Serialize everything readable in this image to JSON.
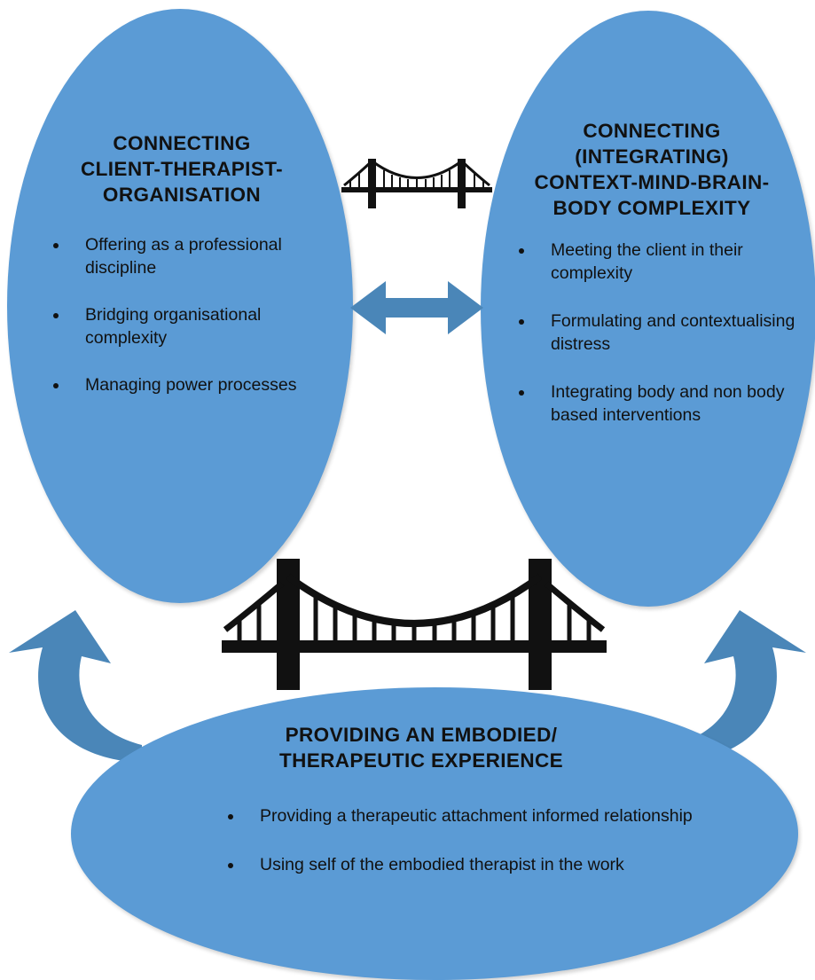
{
  "colors": {
    "oval_fill": "#5b9bd5",
    "arrow_fill": "#4a86b8",
    "text": "#111111",
    "bridge": "#111111"
  },
  "left": {
    "title_lines": [
      "CONNECTING",
      "CLIENT-THERAPIST-",
      "ORGANISATION"
    ],
    "bullets": [
      "Offering as a professional discipline",
      "Bridging organisational complexity",
      "Managing power processes"
    ]
  },
  "right": {
    "title_lines": [
      "CONNECTING",
      "(INTEGRATING)",
      "CONTEXT-MIND-BRAIN-",
      "BODY COMPLEXITY"
    ],
    "bullets": [
      "Meeting the client in their complexity",
      "Formulating and contextualising distress",
      "Integrating body and non body based interventions"
    ]
  },
  "bottom": {
    "title_lines": [
      "PROVIDING AN EMBODIED/",
      "THERAPEUTIC EXPERIENCE"
    ],
    "bullets": [
      "Providing a therapeutic attachment informed relationship",
      "Using self of the embodied therapist in the work"
    ]
  },
  "icons": {
    "small_bridge": "suspension-bridge-icon",
    "large_bridge": "suspension-bridge-icon",
    "double_arrow": "double-arrow-icon",
    "curved_arrows": "curved-arrow-icon"
  }
}
